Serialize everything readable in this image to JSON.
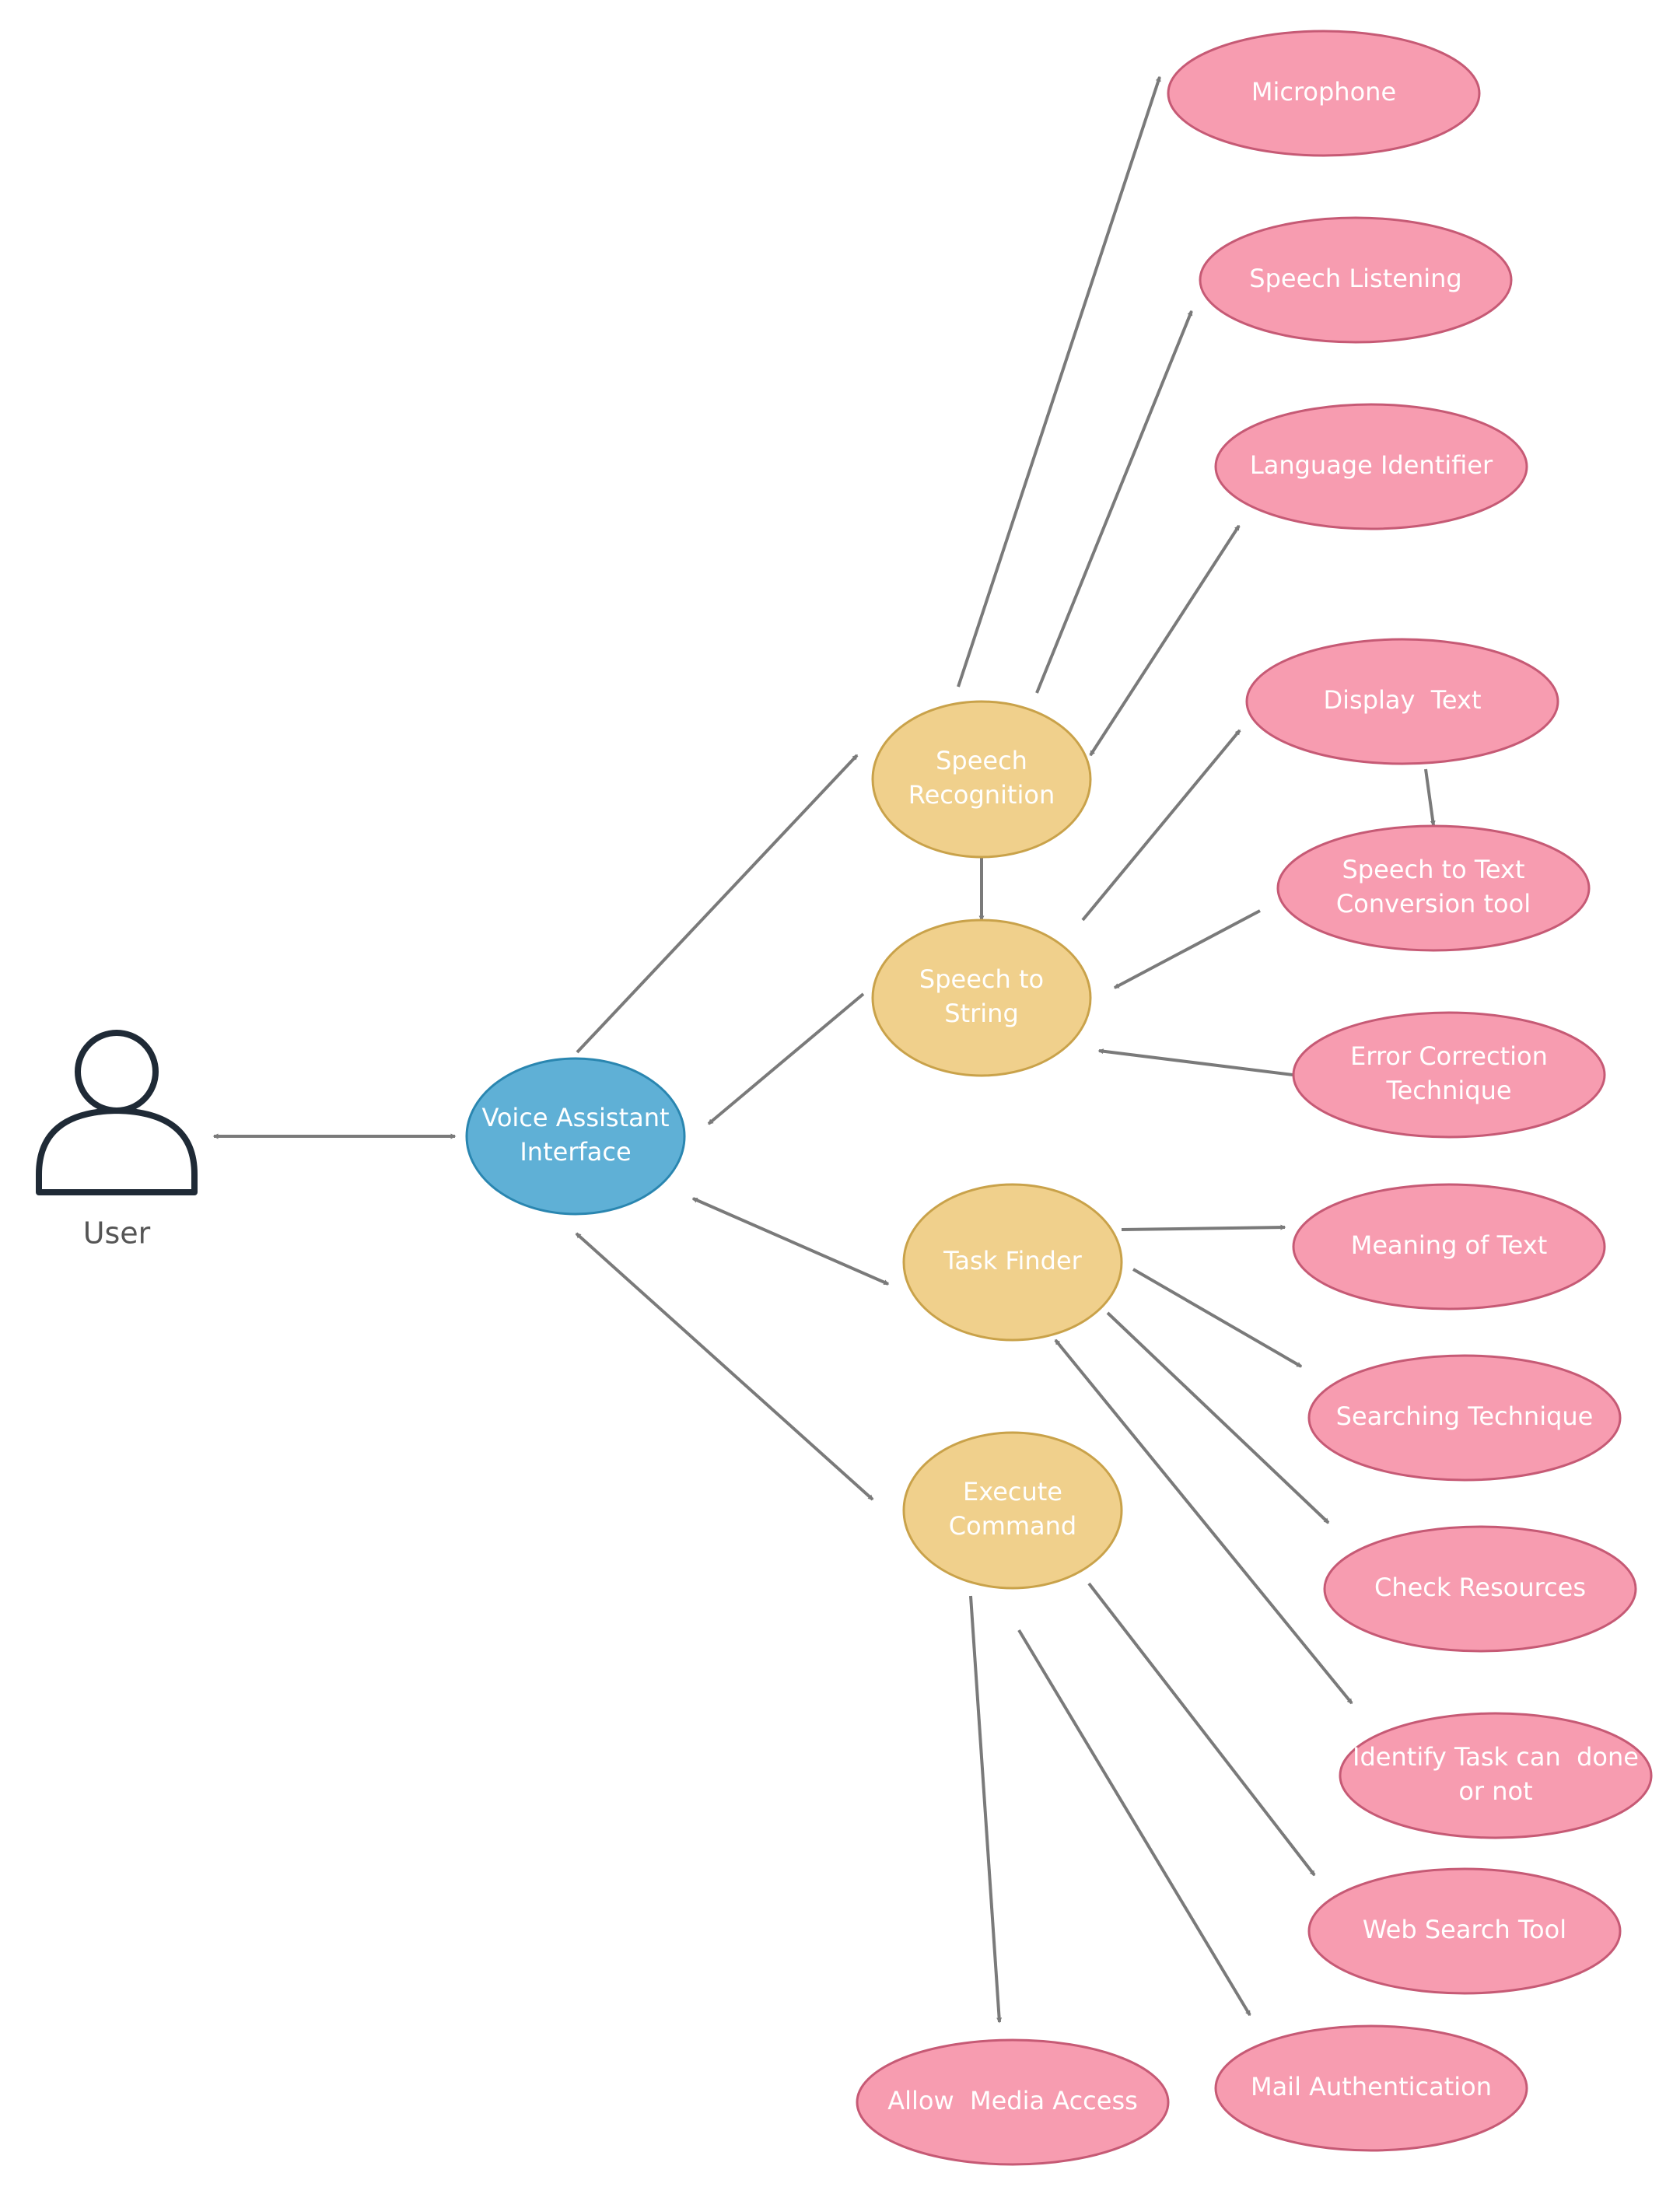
{
  "colors": {
    "interface_fill": "#5fb0d6",
    "interface_stroke": "#2a86b0",
    "process_fill": "#f0d08c",
    "process_stroke": "#c9a24a",
    "component_fill": "#f79cb0",
    "component_stroke": "#c65a75",
    "edge": "#7a7a7a",
    "actor": "#1f2a36"
  },
  "actor": {
    "label": "User",
    "icon": "user-icon"
  },
  "nodes": [
    {
      "id": "vai",
      "kind": "interface",
      "lines": [
        "Voice Assistant",
        "Interface"
      ]
    },
    {
      "id": "sr",
      "kind": "process",
      "lines": [
        "Speech",
        "Recognition"
      ]
    },
    {
      "id": "sts",
      "kind": "process",
      "lines": [
        "Speech to",
        "String"
      ]
    },
    {
      "id": "tf",
      "kind": "process",
      "lines": [
        "Task Finder"
      ]
    },
    {
      "id": "ec",
      "kind": "process",
      "lines": [
        "Execute",
        "Command"
      ]
    },
    {
      "id": "mic",
      "kind": "component",
      "lines": [
        "Microphone"
      ]
    },
    {
      "id": "sl",
      "kind": "component",
      "lines": [
        "Speech Listening"
      ]
    },
    {
      "id": "li",
      "kind": "component",
      "lines": [
        "Language Identifier"
      ]
    },
    {
      "id": "dt",
      "kind": "component",
      "lines": [
        "Display  Text"
      ]
    },
    {
      "id": "stt",
      "kind": "component",
      "lines": [
        "Speech to Text",
        "Conversion tool"
      ]
    },
    {
      "id": "ect",
      "kind": "component",
      "lines": [
        "Error Correction",
        "Technique"
      ]
    },
    {
      "id": "mot",
      "kind": "component",
      "lines": [
        "Meaning of Text"
      ]
    },
    {
      "id": "st",
      "kind": "component",
      "lines": [
        "Searching Technique"
      ]
    },
    {
      "id": "cr",
      "kind": "component",
      "lines": [
        "Check Resources"
      ]
    },
    {
      "id": "itc",
      "kind": "component",
      "lines": [
        "Identify Task can  done",
        "or not"
      ]
    },
    {
      "id": "wst",
      "kind": "component",
      "lines": [
        "Web Search Tool"
      ]
    },
    {
      "id": "ma",
      "kind": "component",
      "lines": [
        "Mail Authentication"
      ]
    },
    {
      "id": "ama",
      "kind": "component",
      "lines": [
        "Allow  Media Access"
      ]
    }
  ],
  "edges": [
    {
      "from": "user",
      "to": "vai",
      "bidirectional": true
    },
    {
      "from": "vai",
      "to": "sr",
      "bidirectional": false
    },
    {
      "from": "sts",
      "to": "vai",
      "bidirectional": false
    },
    {
      "from": "vai",
      "to": "tf",
      "bidirectional": true
    },
    {
      "from": "vai",
      "to": "ec",
      "bidirectional": true
    },
    {
      "from": "sr",
      "to": "mic",
      "bidirectional": false
    },
    {
      "from": "sr",
      "to": "sl",
      "bidirectional": false
    },
    {
      "from": "li",
      "to": "sr",
      "bidirectional": true
    },
    {
      "from": "sr",
      "to": "sts",
      "bidirectional": false
    },
    {
      "from": "sts",
      "to": "dt",
      "bidirectional": false
    },
    {
      "from": "dt",
      "to": "stt",
      "bidirectional": false
    },
    {
      "from": "stt",
      "to": "sts",
      "bidirectional": false
    },
    {
      "from": "sts",
      "to": "ect",
      "bidirectional": true
    },
    {
      "from": "tf",
      "to": "mot",
      "bidirectional": false
    },
    {
      "from": "tf",
      "to": "st",
      "bidirectional": false
    },
    {
      "from": "tf",
      "to": "cr",
      "bidirectional": false
    },
    {
      "from": "itc",
      "to": "tf",
      "bidirectional": true
    },
    {
      "from": "ec",
      "to": "wst",
      "bidirectional": false
    },
    {
      "from": "ec",
      "to": "ma",
      "bidirectional": false
    },
    {
      "from": "ec",
      "to": "ama",
      "bidirectional": false
    }
  ]
}
